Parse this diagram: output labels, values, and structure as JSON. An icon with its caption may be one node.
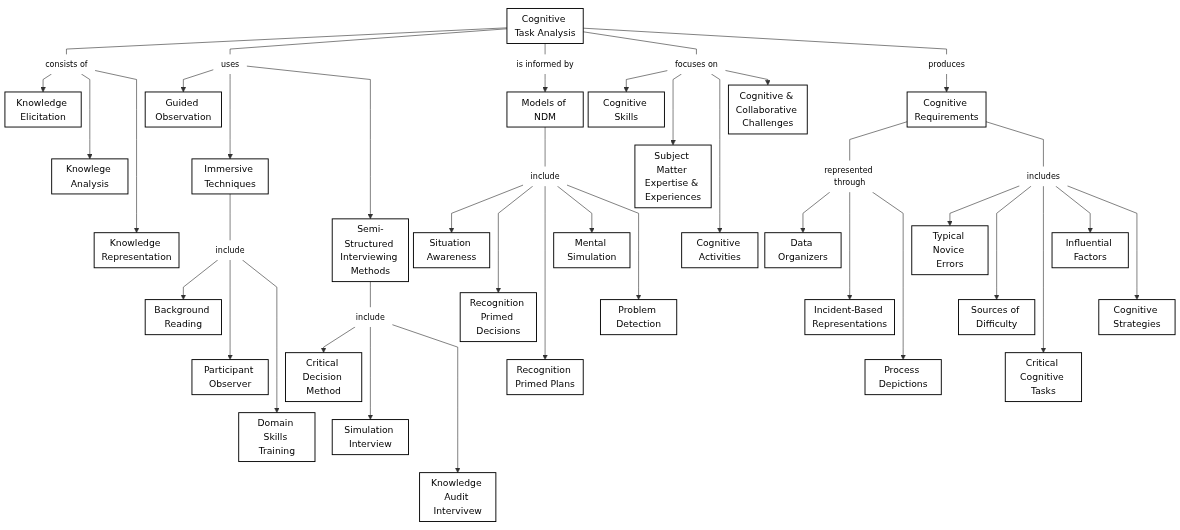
{
  "diagram": {
    "nodes": [
      {
        "text": [
          "Cognitive Task Analysis"
        ]
      },
      {
        "text": [
          "consists of"
        ]
      },
      {
        "text": [
          "Knowledge Elicitation"
        ]
      },
      {
        "text": [
          "Knowlege Analysis"
        ]
      },
      {
        "text": [
          "Knowledge Representation"
        ]
      },
      {
        "text": [
          "uses"
        ]
      },
      {
        "text": [
          "Guided Observation"
        ]
      },
      {
        "text": [
          "Immersive Techniques"
        ]
      },
      {
        "text": [
          "Semi-Structured Interviewing Methods"
        ]
      },
      {
        "text": [
          "include"
        ]
      },
      {
        "text": [
          "Background Reading"
        ]
      },
      {
        "text": [
          "Participant Observer"
        ]
      },
      {
        "text": [
          "Domain Skills Training"
        ]
      },
      {
        "text": [
          "include"
        ]
      },
      {
        "text": [
          "Critical Decision Method"
        ]
      },
      {
        "text": [
          "Simulation Interview"
        ]
      },
      {
        "text": [
          "Knowledge Audit Intervivew"
        ]
      },
      {
        "text": [
          "is informed by"
        ]
      },
      {
        "text": [
          "Models of NDM"
        ]
      },
      {
        "text": [
          "include"
        ]
      },
      {
        "text": [
          "Situation Awareness"
        ]
      },
      {
        "text": [
          "Recognition Primed Decisions"
        ]
      },
      {
        "text": [
          "Recognition Primed Plans"
        ]
      },
      {
        "text": [
          "Mental Simulation"
        ]
      },
      {
        "text": [
          "Problem Detection"
        ]
      },
      {
        "text": [
          "focuses on"
        ]
      },
      {
        "text": [
          "Cognitive Skills"
        ]
      },
      {
        "text": [
          "Subject Matter Expertise & Experiences"
        ]
      },
      {
        "text": [
          "Cognitive Activities"
        ]
      },
      {
        "text": [
          "Cognitive & Collaborative Challenges"
        ]
      },
      {
        "text": [
          "produces"
        ]
      },
      {
        "text": [
          "Cognitive Requirements"
        ]
      },
      {
        "text": [
          "represented through"
        ]
      },
      {
        "text": [
          "Data Organizers"
        ]
      },
      {
        "text": [
          "Incident-Based Representations"
        ]
      },
      {
        "text": [
          "Process Depictions"
        ]
      },
      {
        "text": [
          "includes"
        ]
      },
      {
        "text": [
          "Typical Novice Errors"
        ]
      },
      {
        "text": [
          "Sources of Difficulty"
        ]
      },
      {
        "text": [
          "Critical Cognitive Tasks"
        ]
      },
      {
        "text": [
          "Influential Factors"
        ]
      },
      {
        "text": [
          "Cognitive Strategies"
        ]
      }
    ],
    "edges": [
      {
        "from": 0,
        "to": 1,
        "arrow": "none"
      },
      {
        "from": 1,
        "to": 2,
        "arrow": "to"
      },
      {
        "from": 1,
        "to": 3,
        "arrow": "to"
      },
      {
        "from": 1,
        "to": 4,
        "arrow": "to"
      },
      {
        "from": 0,
        "to": 5,
        "arrow": "none"
      },
      {
        "from": 5,
        "to": 6,
        "arrow": "to"
      },
      {
        "from": 5,
        "to": 7,
        "arrow": "to"
      },
      {
        "from": 5,
        "to": 8,
        "arrow": "to"
      },
      {
        "from": 7,
        "to": 9,
        "arrow": "none"
      },
      {
        "from": 9,
        "to": 10,
        "arrow": "to"
      },
      {
        "from": 9,
        "to": 11,
        "arrow": "to"
      },
      {
        "from": 9,
        "to": 12,
        "arrow": "to"
      },
      {
        "from": 8,
        "to": 13,
        "arrow": "none"
      },
      {
        "from": 13,
        "to": 14,
        "arrow": "to"
      },
      {
        "from": 13,
        "to": 15,
        "arrow": "to"
      },
      {
        "from": 13,
        "to": 16,
        "arrow": "to"
      },
      {
        "from": 0,
        "to": 17,
        "arrow": "none"
      },
      {
        "from": 17,
        "to": 18,
        "arrow": "to"
      },
      {
        "from": 18,
        "to": 19,
        "arrow": "none"
      },
      {
        "from": 19,
        "to": 20,
        "arrow": "to"
      },
      {
        "from": 19,
        "to": 21,
        "arrow": "to"
      },
      {
        "from": 19,
        "to": 22,
        "arrow": "to"
      },
      {
        "from": 19,
        "to": 23,
        "arrow": "to"
      },
      {
        "from": 19,
        "to": 24,
        "arrow": "to"
      },
      {
        "from": 0,
        "to": 25,
        "arrow": "none"
      },
      {
        "from": 25,
        "to": 26,
        "arrow": "to"
      },
      {
        "from": 25,
        "to": 27,
        "arrow": "to"
      },
      {
        "from": 25,
        "to": 28,
        "arrow": "to"
      },
      {
        "from": 25,
        "to": 29,
        "arrow": "to"
      },
      {
        "from": 0,
        "to": 30,
        "arrow": "none"
      },
      {
        "from": 30,
        "to": 31,
        "arrow": "to"
      },
      {
        "from": 31,
        "to": 32,
        "arrow": "none"
      },
      {
        "from": 32,
        "to": 33,
        "arrow": "to"
      },
      {
        "from": 32,
        "to": 34,
        "arrow": "to"
      },
      {
        "from": 32,
        "to": 35,
        "arrow": "to"
      },
      {
        "from": 31,
        "to": 36,
        "arrow": "none"
      },
      {
        "from": 36,
        "to": 37,
        "arrow": "to"
      },
      {
        "from": 36,
        "to": 38,
        "arrow": "to"
      },
      {
        "from": 36,
        "to": 39,
        "arrow": "to"
      },
      {
        "from": 36,
        "to": 40,
        "arrow": "to"
      },
      {
        "from": 36,
        "to": 41,
        "arrow": "to"
      }
    ]
  }
}
